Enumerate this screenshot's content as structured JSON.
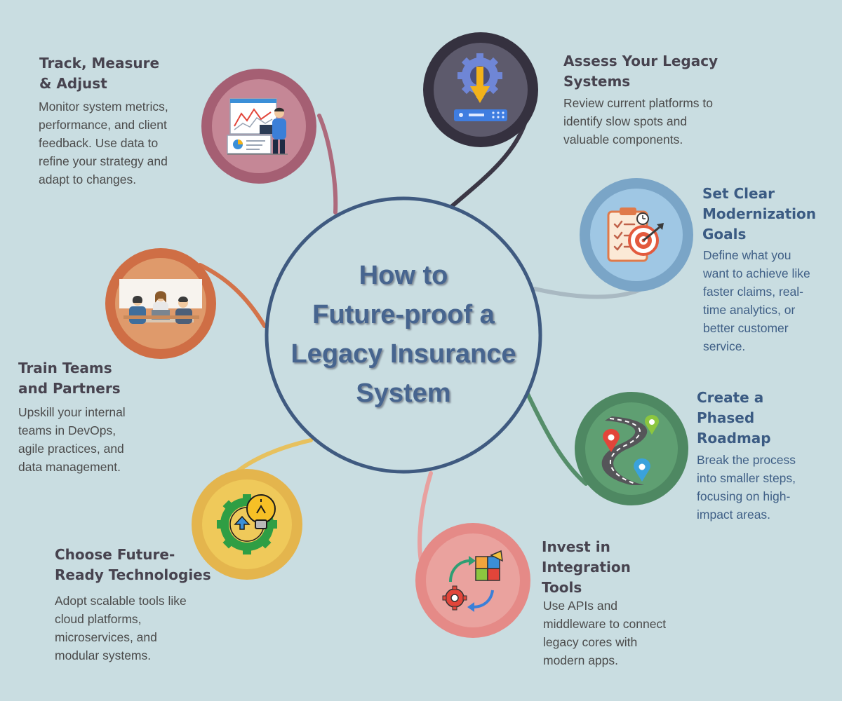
{
  "center": {
    "title": "How to\nFuture-proof a\nLegacy Insurance\nSystem"
  },
  "steps": [
    {
      "title": "Assess Your Legacy\nSystems",
      "description": "Review current platforms to\nidentify slow spots and\nvaluable components.",
      "icon": "server-download-gear-icon",
      "color": "#35313f"
    },
    {
      "title": "Set Clear\nModernization\nGoals",
      "description": "Define what you\nwant to achieve like\nfaster claims, real-\ntime analytics, or\nbetter customer\nservice.",
      "icon": "clipboard-target-icon",
      "color": "#7aa5c7"
    },
    {
      "title": "Create a\nPhased\nRoadmap",
      "description": "Break the process\ninto smaller steps,\nfocusing on high-\nimpact areas.",
      "icon": "winding-road-map-pins-icon",
      "color": "#4e8862"
    },
    {
      "title": "Invest in\nIntegration\nTools",
      "description": "Use APIs and\nmiddleware to connect\nlegacy cores with\nmodern apps.",
      "icon": "puzzle-gear-arrows-icon",
      "color": "#e58a87"
    },
    {
      "title": "Choose Future-\nReady Technologies",
      "description": "Adopt scalable tools like\ncloud platforms,\nmicroservices,  and\nmodular systems.",
      "icon": "gear-lightbulb-icon",
      "color": "#e4b54d"
    },
    {
      "title": "Train Teams\nand Partners",
      "description": "Upskill your internal\nteams in DevOps,\nagile practices, and\ndata management.",
      "icon": "team-meeting-icon",
      "color": "#cf6e45"
    },
    {
      "title": "Track, Measure\n& Adjust",
      "description": "Monitor system metrics,\nperformance, and client\nfeedback. Use data to\nrefine your strategy and\nadapt to changes.",
      "icon": "presenter-chart-board-icon",
      "color": "#a55f73"
    }
  ],
  "colors": {
    "background": "#c9dde1",
    "center_ring": "#3f5a80"
  }
}
